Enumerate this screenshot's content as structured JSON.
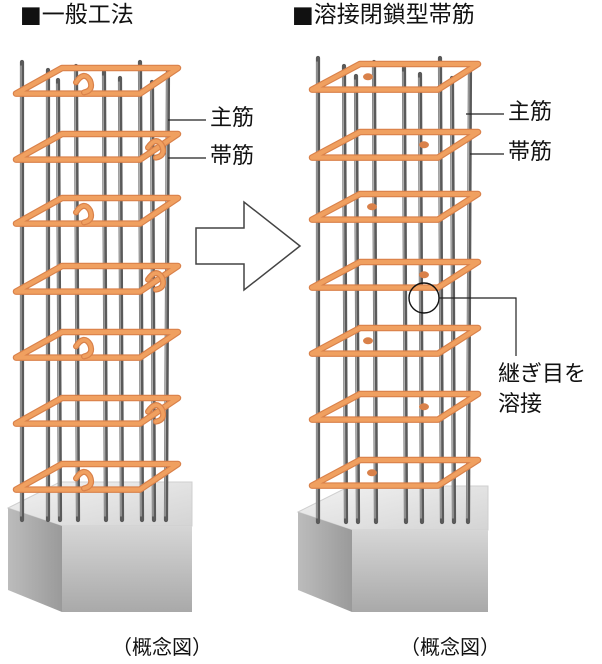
{
  "left_panel": {
    "title": "■一般工法",
    "label_main_bar": "主筋",
    "label_hoop": "帯筋",
    "caption": "（概念図）"
  },
  "right_panel": {
    "title": "■溶接閉鎖型帯筋",
    "label_main_bar": "主筋",
    "label_hoop": "帯筋",
    "weld_note": [
      "継ぎ目を",
      "溶接"
    ],
    "caption": "（概念図）"
  },
  "colors": {
    "hoop": "#f0a060",
    "hoop_dark": "#d9814a",
    "rebar": "#5a5a5a",
    "rebar_light": "#b0b0b0",
    "concrete_top": "#e6e6e6",
    "concrete_front": "#bdbdbd",
    "concrete_side": "#a8a8a8"
  },
  "icons": {
    "arrow": "right-arrow-icon",
    "weld_marker": "circle-highlight-icon"
  }
}
